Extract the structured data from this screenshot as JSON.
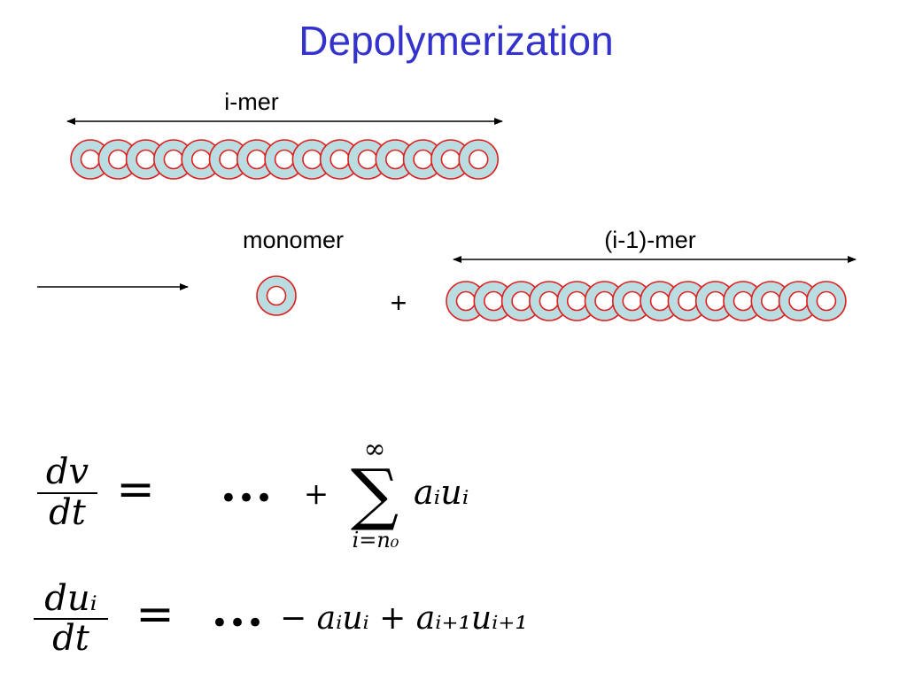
{
  "title": "Depolymerization",
  "diagram": {
    "imer_label": "i-mer",
    "monomer_label": "monomer",
    "i1mer_label": "(i-1)-mer",
    "plus_sign": "+",
    "imer_unit_count": 15,
    "i1mer_unit_count": 14,
    "colors": {
      "ring_fill": "#b9dde0",
      "ring_stroke": "#e02020",
      "arrow": "#000000",
      "title": "#3333cc"
    }
  },
  "equations": {
    "eq1": {
      "lhs_num": "dv",
      "lhs_den": "dt",
      "equals": "=",
      "dots": "•••",
      "plus": "+",
      "sigma": "∑",
      "sum_upper": "∞",
      "sum_lower": "i=n₀",
      "term": "aᵢuᵢ"
    },
    "eq2": {
      "lhs_num": "duᵢ",
      "lhs_den": "dt",
      "equals": "=",
      "dots": "•••",
      "rhs": "− aᵢuᵢ + aᵢ₊₁uᵢ₊₁"
    }
  }
}
